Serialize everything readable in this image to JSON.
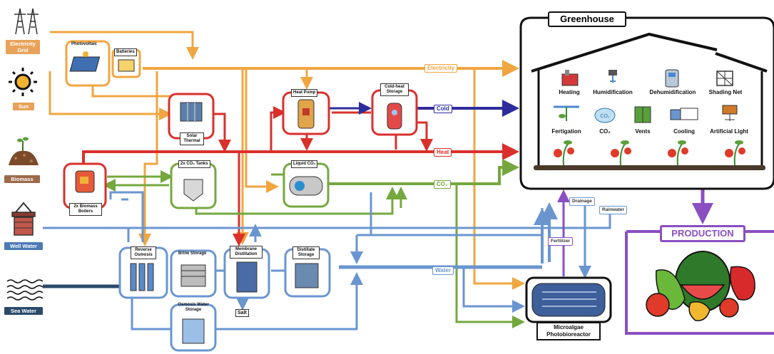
{
  "sources": {
    "grid": "Electricity Grid",
    "sun": "Sun",
    "biomass": "Biomass",
    "well_water": "Well Water",
    "sea_water": "Sea Water"
  },
  "components": {
    "photovoltaic": "Photovoltaic",
    "batteries": "Batteries",
    "solar_thermal": "Solar Thermal",
    "heat_pump": "Heat Pump",
    "cold_heat_storage": "Cold-heat Storage",
    "biomass_boilers": "2x Biomass Boilers",
    "co2_tanks": "2x CO₂ Tanks",
    "liquid_co2": "Liquid CO₂",
    "reverse_osmosis": "Reverse Osmosis",
    "brine_storage": "Brine Storage",
    "membrane_distillation": "Membrane Distillation",
    "distillate_storage": "Distillate Storage",
    "osmosis_water_storage": "Osmosis Water Storage",
    "salt": "Salt",
    "microalgae": "Microalgae Photobioreactor"
  },
  "flows": {
    "electricity": "Electricity",
    "cold": "Cold",
    "heat": "Heat",
    "co2": "CO₂",
    "water": "Water",
    "drainage": "Drainage",
    "rainwater": "Rainwater",
    "fertilizer": "Fertilizer"
  },
  "greenhouse": {
    "title": "Greenhouse",
    "items": {
      "heating": "Heating",
      "humidification": "Humidification",
      "dehumidification": "Dehumidification",
      "shading_net": "Shading Net",
      "fertigation": "Fertigation",
      "co2": "CO₂",
      "vents": "Vents",
      "cooling": "Cooling",
      "artificial_light": "Artificial Light"
    }
  },
  "production": {
    "title": "PRODUCTION"
  },
  "colors": {
    "electricity": "#f0a640",
    "cold": "#2e2c9c",
    "heat": "#d9302c",
    "co2": "#74a83e",
    "water": "#6a96d0",
    "sea": "#2b4a6a",
    "production": "#8a4fc0",
    "source_label": "#e8a25a",
    "well_label": "#4c7ab8",
    "biomass_label": "#9c6a4a"
  }
}
